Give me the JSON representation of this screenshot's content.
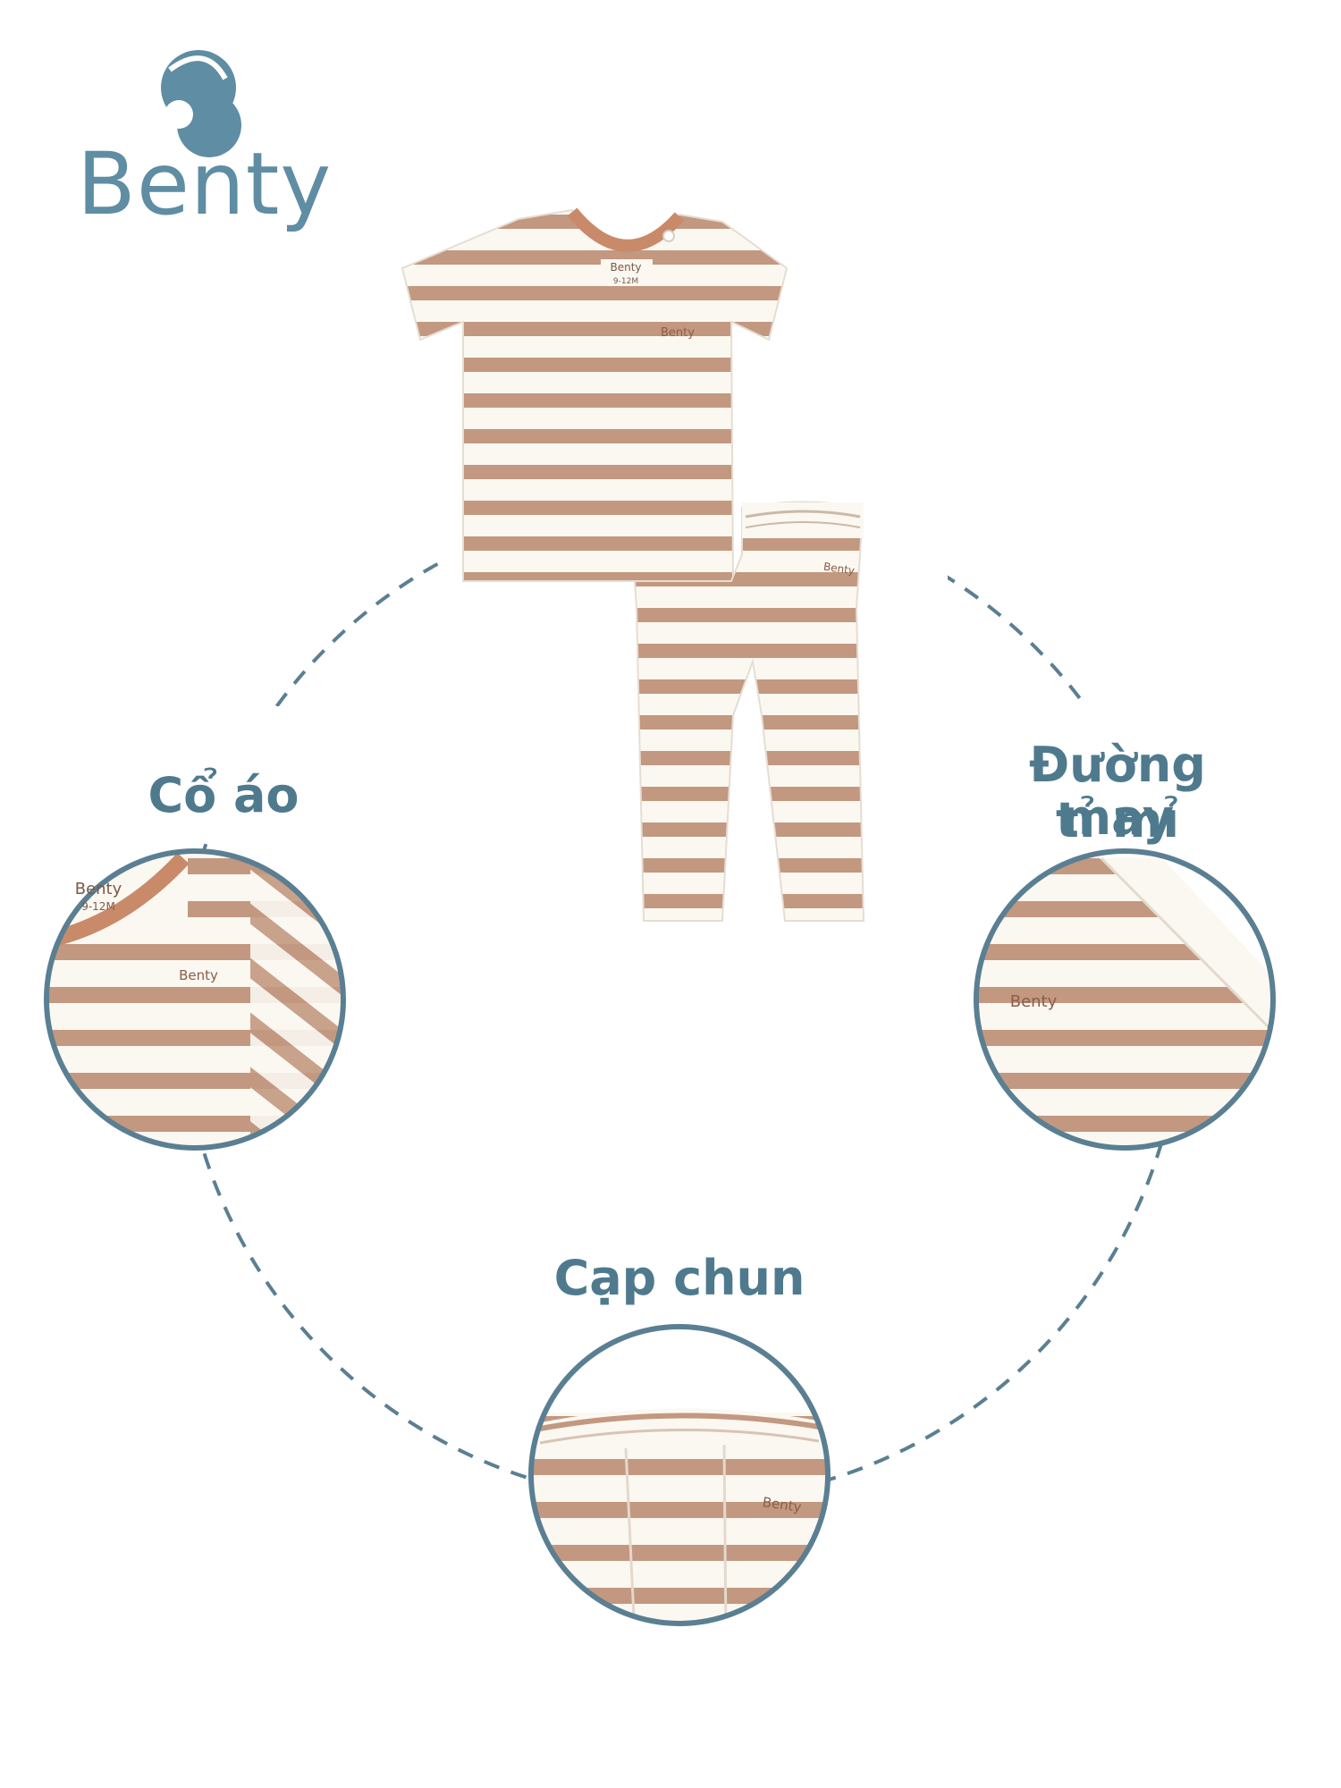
{
  "brand": {
    "name": "Benty",
    "color": "#5f8da3"
  },
  "product": {
    "shirt_label_brand": "Benty",
    "shirt_label_size": "9-12M",
    "shirt_print": "Benty",
    "pants_print": "Benty",
    "stripe_color": "#c39880",
    "trim_color": "#c98a6a",
    "fabric_color": "#fbf8f2"
  },
  "features": {
    "collar": {
      "label": "Cổ áo",
      "detail_print": "Benty",
      "detail_tag": "Benty",
      "detail_size": "9-12M"
    },
    "stitching": {
      "label_line1": "Đường may",
      "label_line2": "tỉ mỉ",
      "detail_print": "Benty"
    },
    "waistband": {
      "label": "Cạp chun",
      "detail_print": "Benty"
    }
  },
  "accent_color": "#4f7a8e",
  "ring_color": "#5a7f92"
}
